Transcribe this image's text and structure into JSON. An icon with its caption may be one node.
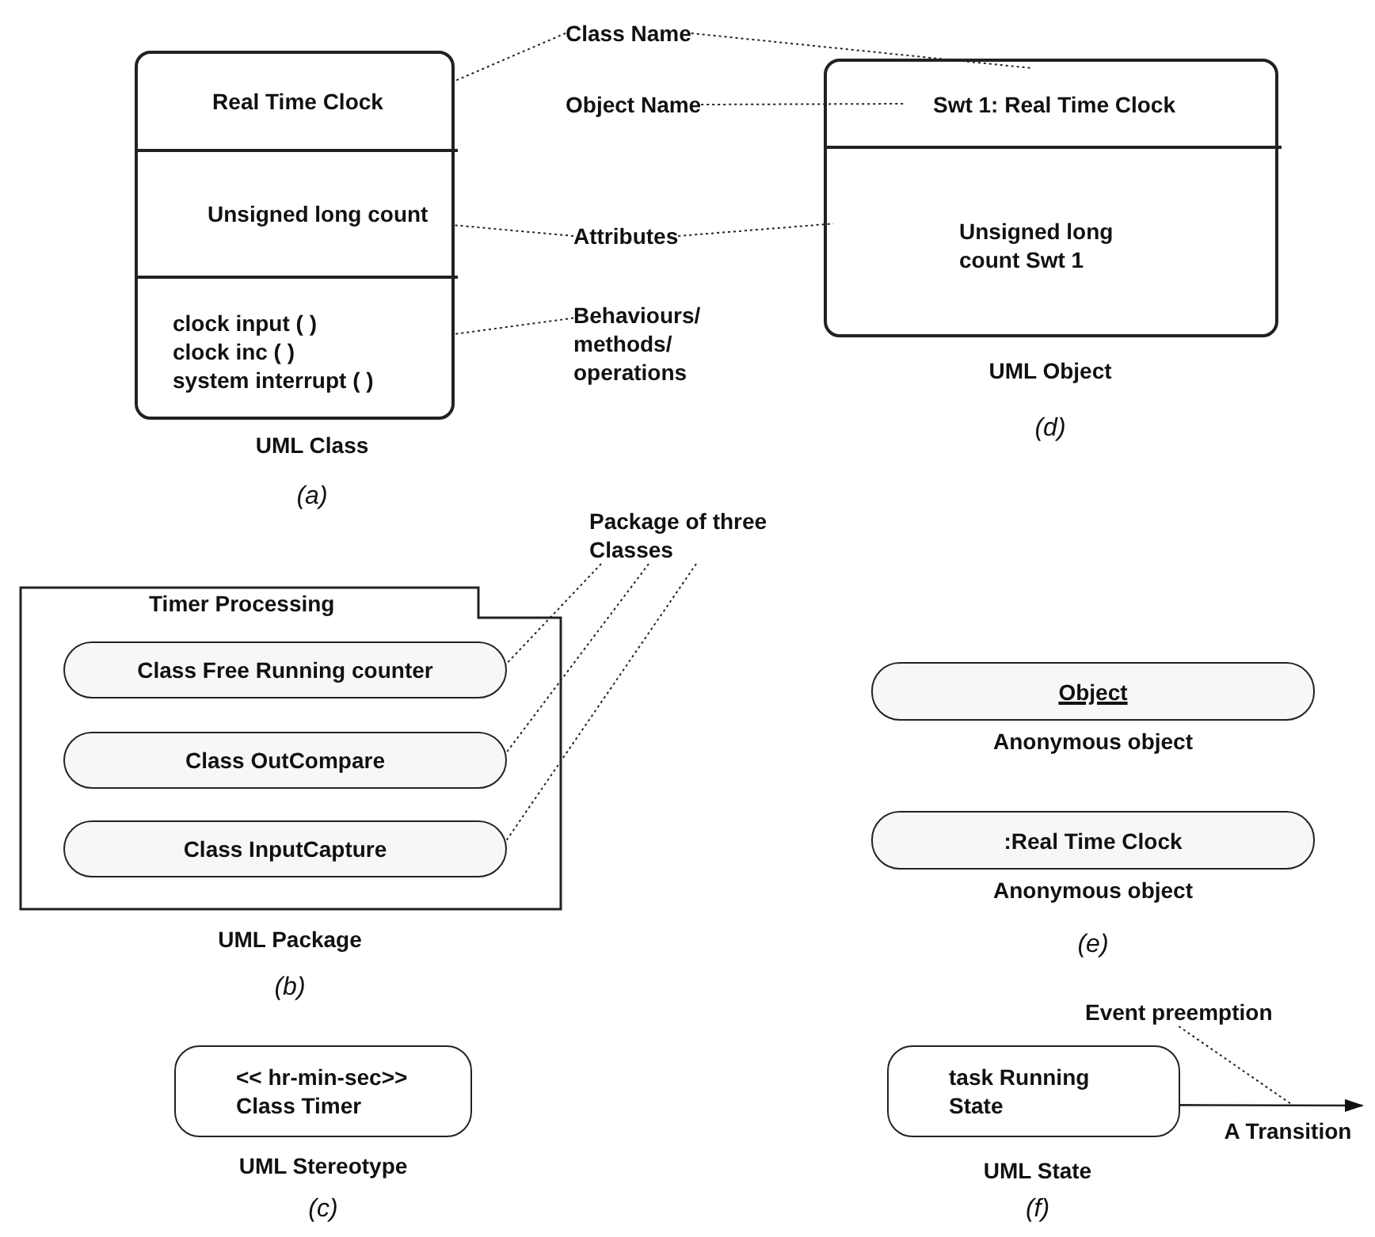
{
  "diagram": {
    "nodes": [
      {
        "text": [],
        "shape": "box"
      },
      {
        "text": [
          "Real Time Clock"
        ],
        "in": 0
      },
      {
        "text": [
          "Unsigned long count"
        ],
        "in": 0
      },
      {
        "text": [
          "clock input ( )",
          "clock inc ( )",
          "system interrupt ( )"
        ],
        "in": 0
      },
      {
        "text": [
          "Class Name"
        ]
      },
      {
        "text": [
          "Object  Name"
        ]
      },
      {
        "text": [
          "Attributes"
        ]
      },
      {
        "text": [
          "Behaviours/ methods/ operations"
        ]
      },
      {
        "text": [],
        "shape": "box"
      },
      {
        "text": [
          "Swt 1: Real Time Clock"
        ],
        "in": 8
      },
      {
        "text": [
          "Unsigned long count Swt 1"
        ],
        "in": 8
      },
      {
        "text": [
          "Timer Processing"
        ]
      },
      {
        "text": [
          "Class Free Running counter"
        ],
        "in": 11
      },
      {
        "text": [
          "Class OutCompare"
        ],
        "in": 11
      },
      {
        "text": [
          "Class InputCapture"
        ],
        "in": 11
      },
      {
        "text": [
          "Package of three Classes"
        ]
      },
      {
        "text": [
          "Object"
        ]
      },
      {
        "text": [
          ":Real Time Clock"
        ]
      },
      {
        "text": [
          "<< hr-min-sec>>",
          "Class Timer"
        ]
      },
      {
        "text": [
          "task Running State"
        ]
      },
      {
        "text": [
          "Event preemption"
        ]
      }
    ],
    "edges": [
      {
        "from": 4,
        "to": 1,
        "arrow": "none",
        "style": "dashed"
      },
      {
        "from": 4,
        "to": 9,
        "arrow": "none",
        "style": "dashed"
      },
      {
        "from": 5,
        "to": 9,
        "arrow": "none",
        "style": "dashed"
      },
      {
        "from": 6,
        "to": 2,
        "arrow": "none",
        "style": "dashed"
      },
      {
        "from": 6,
        "to": 10,
        "arrow": "none",
        "style": "dashed"
      },
      {
        "from": 7,
        "to": 3,
        "arrow": "none",
        "style": "dashed"
      },
      {
        "from": 15,
        "to": 12,
        "arrow": "none",
        "style": "dashed"
      },
      {
        "from": 15,
        "to": 13,
        "arrow": "none",
        "style": "dashed"
      },
      {
        "from": 15,
        "to": 14,
        "arrow": "none",
        "style": "dashed"
      },
      {
        "from": 19,
        "to": null,
        "arrow": "to",
        "label": "A Transition"
      },
      {
        "from": 20,
        "to": null,
        "arrow": "none",
        "style": "dashed"
      }
    ],
    "labels": [
      "UML Object",
      "UML Class",
      "(d)",
      "(a)",
      "Anonymous object",
      "Anonymous object",
      "UML Package",
      "(e)",
      "(b)",
      "UML Stereotype",
      "UML State",
      "(c)",
      "(f)"
    ]
  }
}
